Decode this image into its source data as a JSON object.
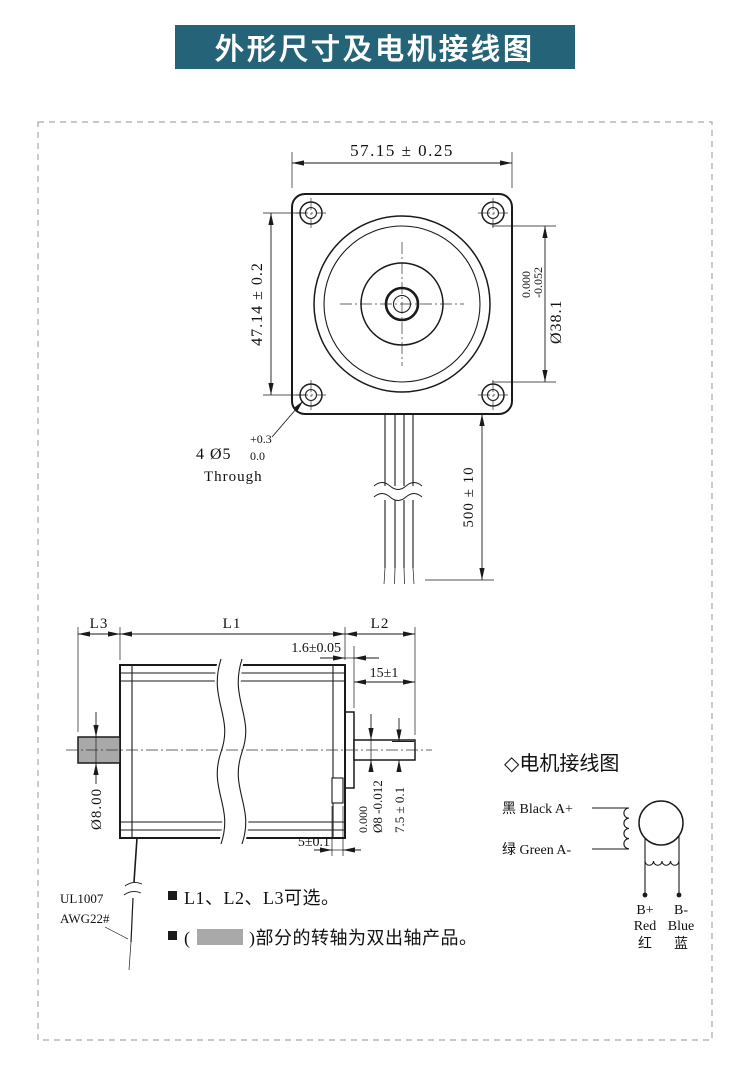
{
  "colors": {
    "header_bg": "#256478",
    "shaft_gray": "#a9a9a9",
    "swatch_gray": "#a9a9a9"
  },
  "header": {
    "title": "外形尺寸及电机接线图"
  },
  "front_view": {
    "dim_width": "57.15 ± 0.25",
    "dim_bolt_spacing": "47.14 ± 0.2",
    "pilot_tol_upper": "0.000",
    "pilot_tol_lower": "-0.052",
    "pilot_dia": "Ø38.1",
    "holes_label": "4 Ø5",
    "holes_tol_upper": "+0.3",
    "holes_tol_lower": "0.0",
    "holes_note": "Through",
    "cable_length": "500 ± 10"
  },
  "side_view": {
    "dim_l3": "L3",
    "dim_l1": "L1",
    "dim_l2": "L2",
    "dim_boss_thickness": "1.6±0.05",
    "dim_shaft_length": "15±1",
    "rear_shaft_dia": "Ø8.00",
    "front_shaft_tol_upper": "0.000",
    "front_shaft_dia": "Ø8 -0.012",
    "dim_shaft_flat": "7.5 ± 0.1",
    "dim_key": "5±0.1",
    "wire_spec_line1": "UL1007",
    "wire_spec_line2": "AWG22#"
  },
  "notes": {
    "note1": "L1、L2、L3可选。",
    "note2_prefix": "(",
    "note2_suffix": ")部分的转轴为双出轴产品。"
  },
  "wiring": {
    "title": "◇电机接线图",
    "lead_a_plus": "黑 Black A+",
    "lead_a_minus": "绿 Green A-",
    "b_plus": [
      "B+",
      "Red",
      "红"
    ],
    "b_minus": [
      "B-",
      "Blue",
      "蓝"
    ]
  }
}
